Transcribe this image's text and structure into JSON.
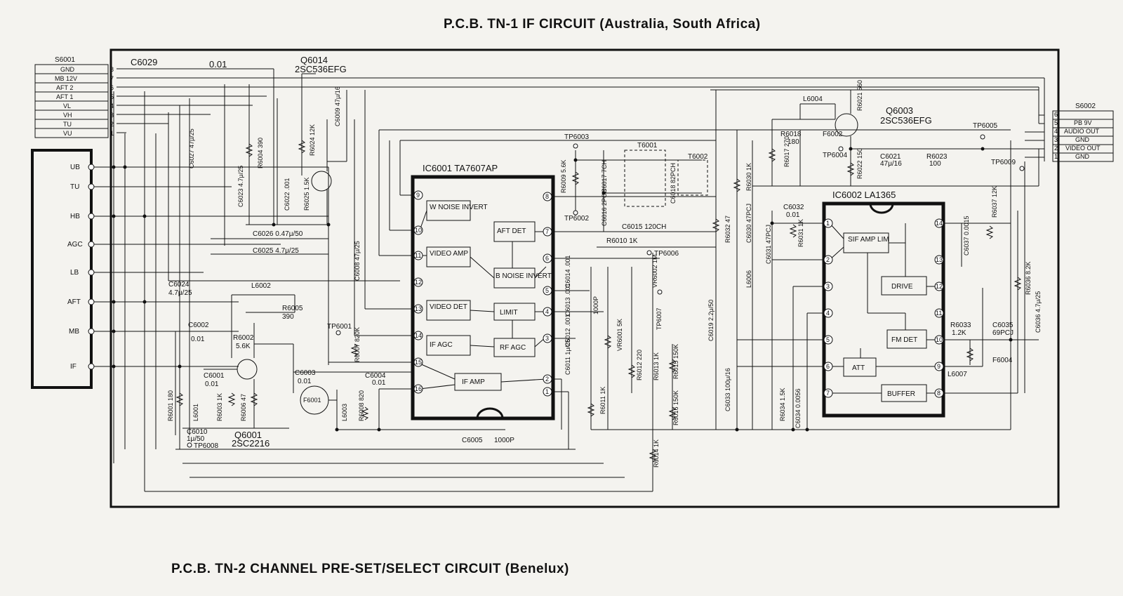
{
  "titles": {
    "top": "P.C.B. TN-1 IF CIRCUIT (Australia, South Africa)",
    "bottom": "P.C.B. TN-2 CHANNEL PRE-SET/SELECT CIRCUIT (Benelux)"
  },
  "connector_s6001": {
    "name": "S6001",
    "pins": [
      {
        "num": "8",
        "signal": "GND"
      },
      {
        "num": "7",
        "signal": "MB 12V"
      },
      {
        "num": "6",
        "signal": "AFT 2"
      },
      {
        "num": "5",
        "signal": "AFT 1"
      },
      {
        "num": "4",
        "signal": "VL"
      },
      {
        "num": "3",
        "signal": "VH"
      },
      {
        "num": "2",
        "signal": "TU"
      },
      {
        "num": "1",
        "signal": "VU"
      }
    ]
  },
  "connector_s6002": {
    "name": "S6002",
    "pins": [
      {
        "num": "6",
        "signal": ""
      },
      {
        "num": "5",
        "signal": "PB 9V"
      },
      {
        "num": "4",
        "signal": "AUDIO OUT"
      },
      {
        "num": "3",
        "signal": "GND"
      },
      {
        "num": "2",
        "signal": "VIDEO OUT"
      },
      {
        "num": "1",
        "signal": "GND"
      }
    ]
  },
  "tuner_terminals": [
    "UB",
    "TU",
    "HB",
    "AGC",
    "LB",
    "AFT",
    "MB",
    "IF"
  ],
  "ic6001": {
    "name": "IC6001 TA7607AP",
    "blocks": {
      "w_noise": "W NOISE INVERT",
      "video_amp": "VIDEO AMP",
      "video_det": "VIDEO DET",
      "if_agc": "IF AGC",
      "aft_det": "AFT DET",
      "b_noise": "B NOISE INVERT",
      "limit": "LIMIT",
      "rf_agc": "RF AGC",
      "if_amp": "IF AMP"
    },
    "left_pins": [
      "9",
      "10",
      "11",
      "12",
      "13",
      "14",
      "15",
      "16"
    ],
    "right_pins": [
      "8",
      "7",
      "6",
      "5",
      "4",
      "3",
      "2",
      "1"
    ]
  },
  "ic6002": {
    "name": "IC6002 LA1365",
    "blocks": {
      "sif_amp": "SIF AMP LIM",
      "drive": "DRIVE",
      "fm_det": "FM DET",
      "att": "ATT",
      "buffer": "BUFFER"
    },
    "left_pins": [
      "1",
      "2",
      "3",
      "4",
      "5",
      "6",
      "7"
    ],
    "right_pins": [
      "14",
      "13",
      "12",
      "11",
      "10",
      "9",
      "8"
    ]
  },
  "components": {
    "c6029": "C6029",
    "c6029_val": "0.01",
    "q6014": "Q6014",
    "q6014_type": "2SC536EFG",
    "c6027": "C6027 47μ/25",
    "c6023": "C6023 4.7μ/25",
    "r6004": "R6004 390",
    "r6024": "R6024 12K",
    "c6009": "C6009 47μ/16",
    "c6022": "C6022 .001",
    "r6025": "R6025 1.5K",
    "c6026": "C6026 0.47μ/50",
    "c6025": "C6025 4.7μ/25",
    "c6024": "C6024",
    "c6024_val": "4.7μ/25",
    "l6002": "L6002",
    "r6005": "R6005",
    "r6005_val": "390",
    "c6002": "C6002",
    "c6002_val": "0.01",
    "r6002": "R6002",
    "r6002_val": "5.6K",
    "c6001": "C6001",
    "c6001_val": "0.01",
    "c6003": "C6003",
    "c6003_val": "0.01",
    "c6004": "C6004",
    "c6004_val": "0.01",
    "r6001": "R6001 180",
    "l6001": "L6001",
    "r6003": "R6003 1K",
    "r6006": "R6006 47",
    "c6010": "C6010",
    "c6010_val": "1μ/50",
    "tp6008": "TP6008",
    "q6001": "Q6001",
    "q6001_type": "2SC2216",
    "f6001": "F6001",
    "l6003": "L6003",
    "r6008": "R6008 820",
    "c6008": "C6008 47μ/25",
    "tp6001": "TP6001",
    "r6007": "R6007 820K",
    "c6005": "C6005",
    "c6005_val": "1000P",
    "tp6003": "TP6003",
    "tp6002": "TP6002",
    "r6009": "R6009 5.6K",
    "c6017": "C6017 7CH",
    "c6016": "C6016 2PCH",
    "t6001": "T6001",
    "t6002": "T6002",
    "c6018": "C6018 82PCH",
    "c6015": "C6015 120CH",
    "r6010": "R6010 1K",
    "tp6006": "TP6006",
    "vr6002": "VR6002 1M",
    "tp6007": "TP6007",
    "c6014": "C6014 .001",
    "c6013": "C6013 .001",
    "r6026": "1000P",
    "c6012": "C6012 .001",
    "c6011": "C6011 1μ/25",
    "vr6001": "VR6001 5K",
    "r6011": "R6011 1K",
    "r6012": "R6012 220",
    "r6013": "R6013 1K",
    "r6015": "R6015 150K",
    "r6016": "R6016 150K",
    "r6014": "R6014 1K",
    "r6032": "R6032 47",
    "c6019": "C6019 2.2μ/50",
    "c6033": "C6033 100μ/16",
    "c6030": "C6030 47PCJ",
    "r6030": "R6030 1K",
    "l6006": "L6006",
    "l6004": "L6004",
    "r6018": "R6018",
    "r6018_val": "180",
    "r6017": "R6017 270",
    "f6002": "F6002",
    "tp6004": "TP6004",
    "r6022": "R6022 150",
    "r6021": "R6021 560",
    "q6003": "Q6003",
    "q6003_type": "2SC536EFG",
    "c6021": "C6021",
    "c6021_val": "47μ/16",
    "r6023": "R6023",
    "r6023_val": "100",
    "tp6005": "TP6005",
    "tp6009": "TP6009",
    "c6032": "C6032",
    "c6032_val": "0.01",
    "c6031": "C6031 47PCJ",
    "r6031": "R6031 1K",
    "r6037": "R6037 12K",
    "c6037": "C6037 0.0015",
    "r6036": "R6036 8.2K",
    "c6036": "C6036 4.7μ/25",
    "r6033": "R6033",
    "r6033_val": "1.2K",
    "c6035": "C6035",
    "c6035_val": "69PCJ",
    "f6004": "F6004",
    "l6007": "L6007",
    "r6034": "R6034 1.5K",
    "c6034": "C6034 0.0056"
  }
}
